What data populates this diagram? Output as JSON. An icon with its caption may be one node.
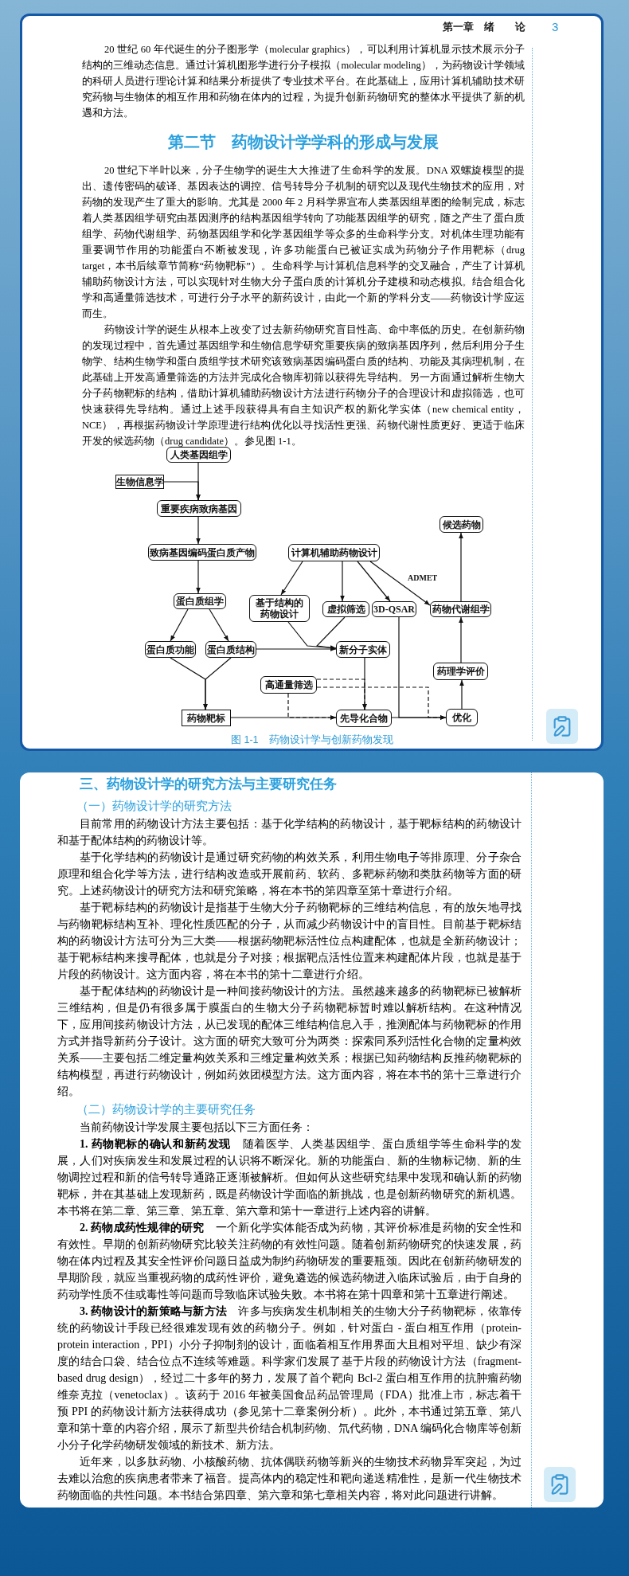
{
  "diagram": {
    "caption": "图 1-1　药物设计学与创新药物发现",
    "nodes": [
      {
        "text": [
          "人类基因组学"
        ]
      },
      {
        "text": [
          "生物信息学"
        ]
      },
      {
        "text": [
          "重要疾病致病基因"
        ]
      },
      {
        "text": [
          "致病基因编码蛋白质产物"
        ]
      },
      {
        "text": [
          "计算机辅助药物设计"
        ]
      },
      {
        "text": [
          "候选药物"
        ]
      },
      {
        "text": [
          "蛋白质组学"
        ]
      },
      {
        "text": [
          "基于结构的药物设计"
        ]
      },
      {
        "text": [
          "虚拟筛选"
        ]
      },
      {
        "text": [
          "3D-QSAR"
        ]
      },
      {
        "text": [
          "药物代谢组学"
        ]
      },
      {
        "text": [
          "蛋白质功能"
        ]
      },
      {
        "text": [
          "蛋白质结构"
        ]
      },
      {
        "text": [
          "新分子实体"
        ]
      },
      {
        "text": [
          "药理学评价"
        ]
      },
      {
        "text": [
          "高通量筛选"
        ]
      },
      {
        "text": [
          "药物靶标"
        ]
      },
      {
        "text": [
          "先导化合物"
        ]
      },
      {
        "text": [
          "优化"
        ]
      }
    ],
    "edges": [
      {
        "from": 0,
        "to": 2,
        "arrow": "to"
      },
      {
        "from": 1,
        "to": 2,
        "arrow": "to"
      },
      {
        "from": 2,
        "to": 3,
        "arrow": "to"
      },
      {
        "from": 3,
        "to": 6,
        "arrow": "to"
      },
      {
        "from": 6,
        "to": 11,
        "arrow": "to"
      },
      {
        "from": 6,
        "to": 12,
        "arrow": "to"
      },
      {
        "from": 11,
        "to": 16,
        "arrow": "to"
      },
      {
        "from": 12,
        "to": 16,
        "arrow": "to"
      },
      {
        "from": 12,
        "to": 13,
        "arrow": "to"
      },
      {
        "from": 4,
        "to": 7,
        "arrow": "to"
      },
      {
        "from": 4,
        "to": 8,
        "arrow": "to"
      },
      {
        "from": 4,
        "to": 9,
        "arrow": "to"
      },
      {
        "from": 4,
        "to": 10,
        "arrow": "to",
        "label": "ADMET"
      },
      {
        "from": 7,
        "to": 13,
        "arrow": "to"
      },
      {
        "from": 8,
        "to": 13,
        "arrow": "to"
      },
      {
        "from": 13,
        "to": 17,
        "arrow": "to"
      },
      {
        "from": 15,
        "to": 17,
        "arrow": "to",
        "style": "dashed"
      },
      {
        "from": 15,
        "to": 18,
        "arrow": "to",
        "style": "dashed"
      },
      {
        "from": 15,
        "to": 17,
        "arrow": "to",
        "style": "dashed"
      },
      {
        "from": 16,
        "to": 17,
        "arrow": "to"
      },
      {
        "from": 9,
        "to": 18,
        "arrow": "to"
      },
      {
        "from": 17,
        "to": 18,
        "arrow": "to"
      },
      {
        "from": 18,
        "to": 14,
        "arrow": "to"
      },
      {
        "from": 14,
        "to": 10,
        "arrow": "to"
      },
      {
        "from": 10,
        "to": 5,
        "arrow": "to"
      }
    ],
    "labels": [
      "第一章　绪　　论",
      "3",
      "20 世纪 60 年代诞生的分子图形学（molecular graphics），可以利用计算机显示技术展示分子结构的三维动态信息。通过计算机图形学进行分子模拟（molecular modeling），为药物设计学领域的科研人员进行理论计算和结果分析提供了专业技术平台。在此基础上，应用计算机辅助技术研究药物与生物体的相互作用和药物在体内的过程，为提升创新药物研究的整体水平提供了新的机遇和方法。",
      "第二节　药物设计学学科的形成与发展",
      "20 世纪下半叶以来，分子生物学的诞生大大推进了生命科学的发展。DNA 双螺旋模型的提出、遗传密码的破译、基因表达的调控、信号转导分子机制的研究以及现代生物技术的应用，对药物的发现产生了重大的影响。尤其是 2000 年 2 月科学界宣布人类基因组草图的绘制完成，标志着人类基因组学研究由基因测序的结构基因组学转向了功能基因组学的研究，随之产生了蛋白质组学、药物代谢组学、药物基因组学和化学基因组学等众多的生命科学分支。对机体生理功能有重要调节作用的功能蛋白不断被发现，许多功能蛋白已被证实成为药物分子作用靶标（drug target，本书后续章节简称“药物靶标”）。生命科学与计算机信息科学的交叉融合，产生了计算机辅助药物设计方法，可以实现针对生物大分子蛋白质的计算机分子建模和动态模拟。结合组合化学和高通量筛选技术，可进行分子水平的新药设计，由此一个新的学科分支——药物设计学应运而生。",
      "药物设计学的诞生从根本上改变了过去新药物研究盲目性高、命中率低的历史。在创新药物的发现过程中，首先通过基因组学和生物信息学研究重要疾病的致病基因序列，然后利用分子生物学、结构生物学和蛋白质组学技术研究该致病基因编码蛋白质的结构、功能及其病理机制，在此基础上开发高通量筛选的方法并完成化合物库初筛以获得先导结构。另一方面通过解析生物大分子药物靶标的结构，借助计算机辅助药物设计方法进行药物分子的合理设计和虚拟筛选，也可快速获得先导结构。通过上述手段获得具有自主知识产权的新化学实体（new chemical entity，NCE），再根据药物设计学原理进行结构优化以寻找活性更强、药物代谢性质更好、更适于临床开发的候选药物（drug candidate）。参见图 1-1。",
      "三、药物设计学的研究方法与主要研究任务",
      "（一）药物设计学的研究方法",
      "目前常用的药物设计方法主要包括：基于化学结构的药物设计，基于靶标结构的药物设计和基于配体结构的药物设计等。",
      "基于化学结构的药物设计是通过研究药物的构效关系，利用生物电子等排原理、分子杂合原理和组合化学等方法，进行结构改造或开展前药、软药、多靶标药物和类肽药物等方面的研究。上述药物设计的研究方法和研究策略，将在本书的第四章至第十章进行介绍。",
      "基于靶标结构的药物设计是指基于生物大分子药物靶标的三维结构信息，有的放矢地寻找与药物靶标结构互补、理化性质匹配的分子，从而减少药物设计中的盲目性。目前基于靶标结构的药物设计方法可分为三大类——根据药物靶标活性位点构建配体，也就是全新药物设计；基于靶标结构来搜寻配体，也就是分子对接；根据靶点活性位置来构建配体片段，也就是基于片段的药物设计。这方面内容，将在本书的第十二章进行介绍。",
      "基于配体结构的药物设计是一种间接药物设计的方法。虽然越来越多的药物靶标已被解析三维结构，但是仍有很多属于膜蛋白的生物大分子药物靶标暂时难以解析结构。在这种情况下，应用间接药物设计方法，从已发现的配体三维结构信息入手，推测配体与药物靶标的作用方式并指导新药分子设计。这方面的研究大致可分为两类：探索同系列活性化合物的定量构效关系——主要包括二维定量构效关系和三维定量构效关系；根据已知药物结构反推药物靶标的结构模型，再进行药物设计，例如药效团模型方法。这方面内容，将在本书的第十三章进行介绍。",
      "（二）药物设计学的主要研究任务",
      "当前药物设计学发展主要包括以下三方面任务：",
      "**1. 药物靶标的确认和新药发现**　随着医学、人类基因组学、蛋白质组学等生命科学的发展，人们对疾病发生和发展过程的认识将不断深化。新的功能蛋白、新的生物标记物、新的生物调控过程和新的信号转导通路正逐渐被解析。但如何从这些研究结果中发现和确认新的药物靶标，并在其基础上发现新药，既是药物设计学面临的新挑战，也是创新药物研究的新机遇。本书将在第二章、第三章、第五章、第六章和第十一章进行上述内容的讲解。",
      "**2. 药物成药性规律的研究**　一个新化学实体能否成为药物，其评价标准是药物的安全性和有效性。早期的创新药物研究比较关注药物的有效性问题。随着创新药物研究的快速发展，药物在体内过程及其安全性评价问题日益成为制约药物研发的重要瓶颈。因此在创新药物研发的早期阶段，就应当重视药物的成药性评价，避免遴选的候选药物进入临床试验后，由于自身的药动学性质不佳或毒性等问题而导致临床试验失败。本书将在第十四章和第十五章进行阐述。",
      "**3. 药物设计的新策略与新方法**　许多与疾病发生机制相关的生物大分子药物靶标，依靠传统的药物设计手段已经很难发现有效的药物分子。例如，针对蛋白 - 蛋白相互作用（protein-protein interaction，PPI）小分子抑制剂的设计，面临着相互作用界面大且相对平坦、缺少有深度的结合口袋、结合位点不连续等难题。科学家们发展了基于片段的药物设计方法（fragment-based drug design），经过二十多年的努力，发展了首个靶向 Bcl-2 蛋白相互作用的抗肿瘤药物维奈克拉（venetoclax）。该药于 2016 年被美国食品药品管理局（FDA）批准上市，标志着干预 PPI 的药物设计新方法获得成功（参见第十二章案例分析）。此外，本书通过第五章、第八章和第十章的内容介绍，展示了新型共价结合机制药物、氘代药物，DNA 编码化合物库等创新小分子化学药物研发领域的新技术、新方法。",
      "近年来，以多肽药物、小核酸药物、抗体偶联药物等新兴的生物技术药物异军突起，为过去难以治愈的疾病患者带来了福音。提高体内的稳定性和靶向递送精准性，是新一代生物技术药物面临的共性问题。本书结合第四章、第六章和第七章相关内容，将对此问题进行讲解。"
    ]
  }
}
